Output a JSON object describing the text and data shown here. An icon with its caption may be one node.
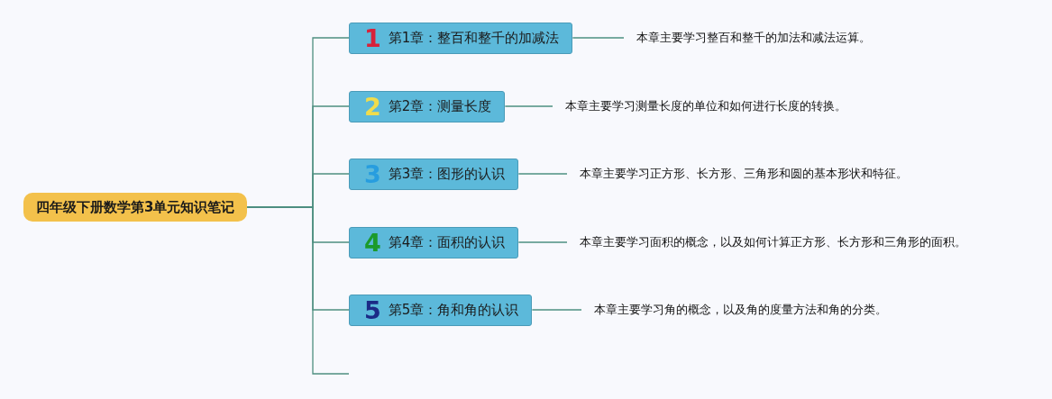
{
  "diagram": {
    "nodes": [
      {
        "text": [
          "四年级下册数学第3单元知识笔记"
        ]
      },
      {
        "text": [
          "1",
          "第1章：整百和整千的加减法"
        ]
      },
      {
        "text": [
          "2",
          "第2章：测量长度"
        ]
      },
      {
        "text": [
          "3",
          "第3章：图形的认识"
        ]
      },
      {
        "text": [
          "4",
          "第4章：面积的认识"
        ]
      },
      {
        "text": [
          "5",
          "第5章：角和角的认识"
        ]
      },
      {
        "text": [
          "本章主要学习整百和整千的加法和减法运算。"
        ]
      },
      {
        "text": [
          "本章主要学习测量长度的单位和如何进行长度的转换。"
        ]
      },
      {
        "text": [
          "本章主要学习正方形、长方形、三角形和圆的基本形状和特征。"
        ]
      },
      {
        "text": [
          "本章主要学习面积的概念，以及如何计算正方形、长方形和三角形的面积。"
        ]
      },
      {
        "text": [
          "本章主要学习角的概念，以及角的度量方法和角的分类。"
        ]
      }
    ],
    "edges": [
      {
        "from": 0,
        "to": 1,
        "arrow": "none"
      },
      {
        "from": 0,
        "to": 2,
        "arrow": "none"
      },
      {
        "from": 0,
        "to": 3,
        "arrow": "none"
      },
      {
        "from": 0,
        "to": 4,
        "arrow": "none"
      },
      {
        "from": 0,
        "to": 5,
        "arrow": "none"
      },
      {
        "from": 0,
        "to": null,
        "arrow": "none"
      },
      {
        "from": 1,
        "to": 6,
        "arrow": "none"
      },
      {
        "from": 2,
        "to": 7,
        "arrow": "none"
      },
      {
        "from": 3,
        "to": 8,
        "arrow": "none"
      },
      {
        "from": 4,
        "to": 9,
        "arrow": "none"
      },
      {
        "from": 5,
        "to": 10,
        "arrow": "none"
      }
    ]
  }
}
